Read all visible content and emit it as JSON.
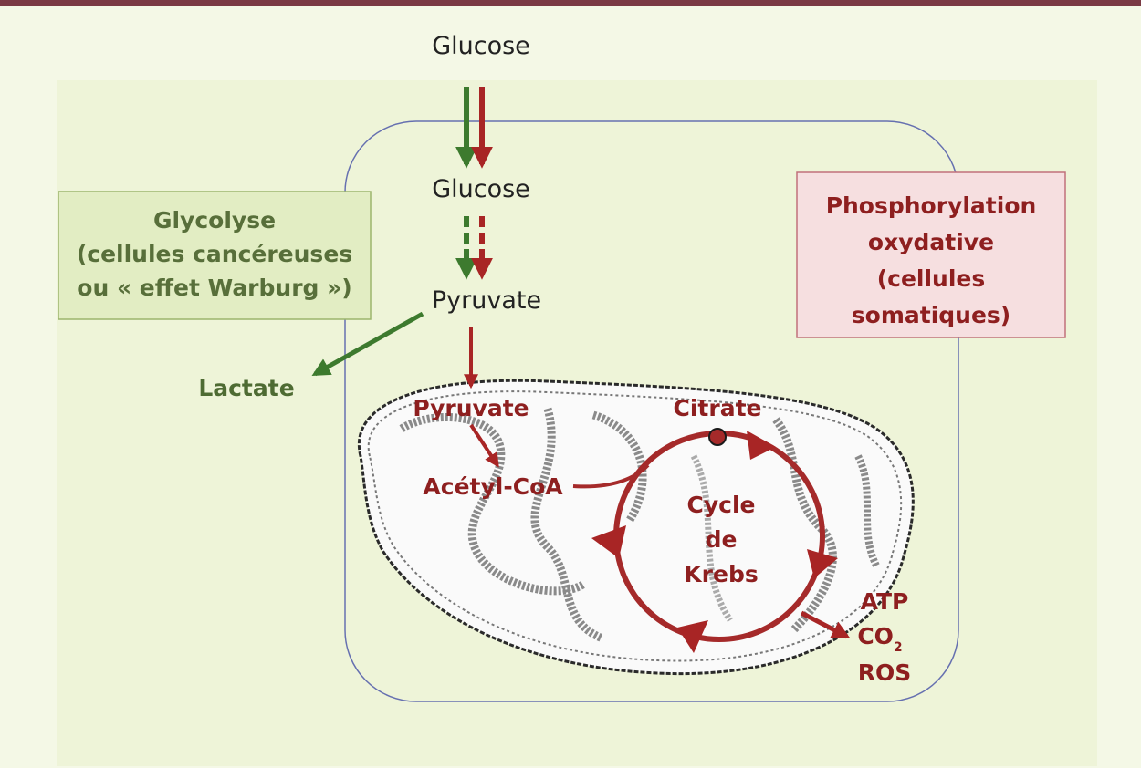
{
  "labels": {
    "glucose_outside": "Glucose",
    "glucose_inside": "Glucose",
    "pyruvate_cytosol": "Pyruvate",
    "lactate": "Lactate",
    "pyruvate_mito": "Pyruvate",
    "acetyl_coa": "Acétyl-CoA",
    "citrate": "Citrate",
    "cycle": "Cycle",
    "de": "de",
    "krebs": "Krebs",
    "atp": "ATP",
    "co2_main": "CO",
    "co2_sub": "2",
    "ros": "ROS"
  },
  "glycolysis_box": {
    "line1": "Glycolyse",
    "line2": "(cellules cancéreuses",
    "line3": "ou « effet Warburg »)"
  },
  "oxphos_box": {
    "line1": "Phosphorylation",
    "line2": "oxydative",
    "line3": "(cellules",
    "line4": "somatiques)"
  },
  "colors": {
    "background": "#f4f8e6",
    "top_bar": "#7a3a44",
    "glycolysis_arrow": "#3d7a2e",
    "oxphos_arrow": "#a82525",
    "krebs_cycle": "#a52a2a",
    "cell_membrane": "#6670b0",
    "glycolysis_box_fill": "#e2edc3",
    "glycolysis_box_border": "#9cb56c",
    "oxphos_box_fill": "#f6dfe0",
    "oxphos_box_border": "#c0707a"
  }
}
